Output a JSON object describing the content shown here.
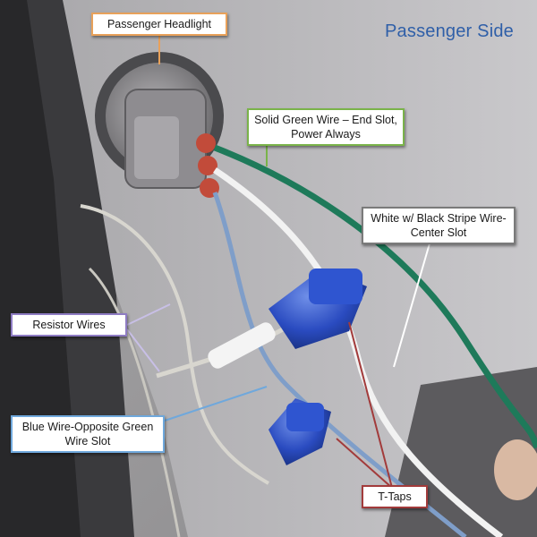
{
  "title": "Passenger Side",
  "labels": {
    "headlight": "Passenger Headlight",
    "green_wire_line1": "Solid Green Wire – End Slot,",
    "green_wire_line2": "Power Always",
    "white_wire_line1": "White w/ Black Stripe Wire-",
    "white_wire_line2": "Center Slot",
    "resistor": "Resistor Wires",
    "blue_wire_line1": "Blue Wire-Opposite Green",
    "blue_wire_line2": "Wire Slot",
    "ttaps": "T-Taps"
  },
  "colors": {
    "headlight_border": "#e8a15a",
    "green_border": "#7ab34a",
    "white_border": "#7a7a7a",
    "resistor_border": "#8e7cc3",
    "blue_border": "#6fa8dc",
    "ttaps_border": "#a23b3b",
    "title_text": "#2f5fa8"
  }
}
